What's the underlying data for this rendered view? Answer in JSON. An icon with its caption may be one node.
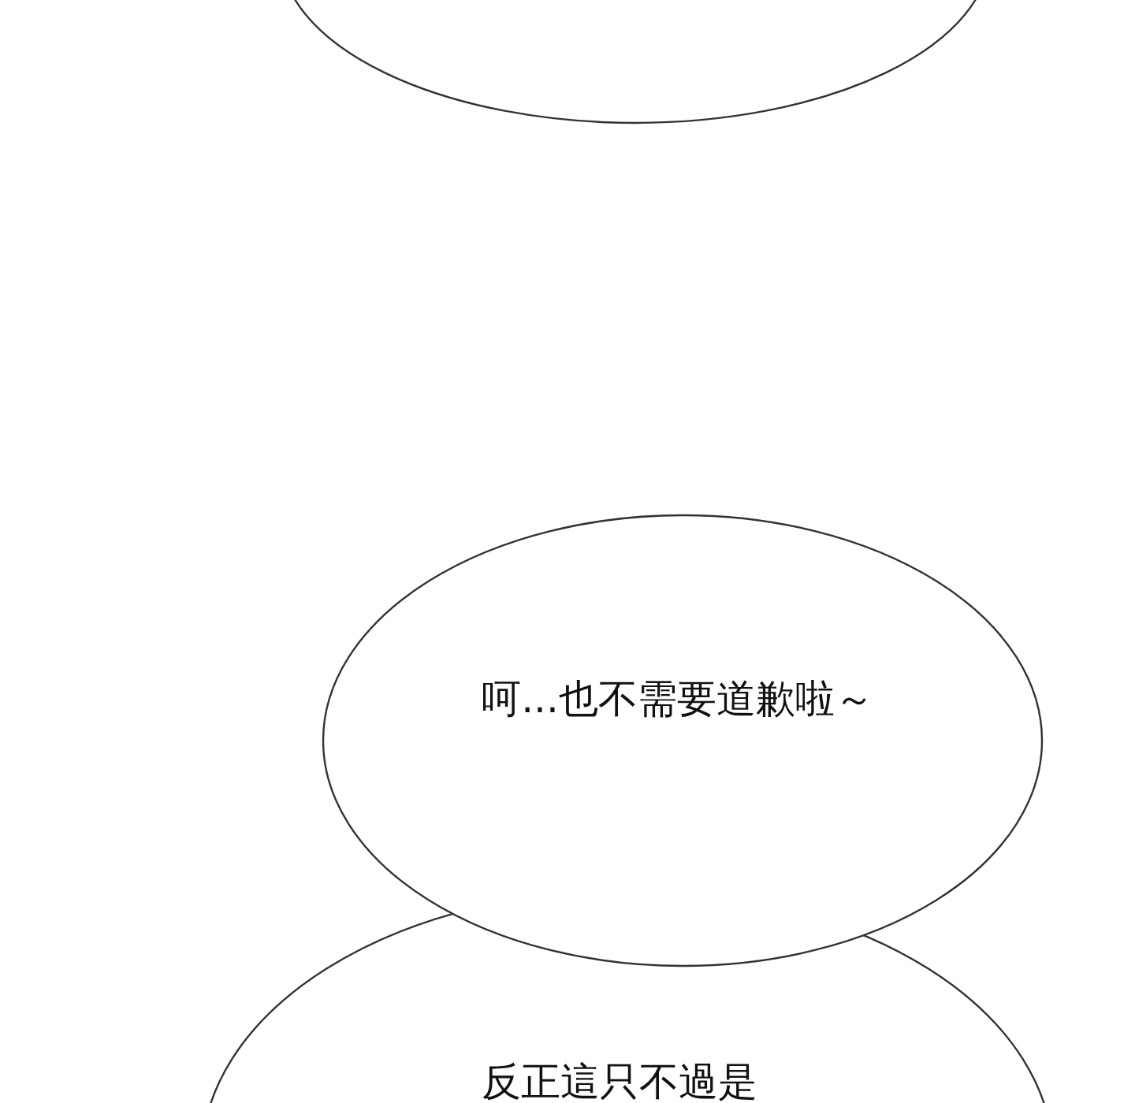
{
  "diagram": {
    "nodes": [
      {
        "text": [],
        "shape": "ellipse"
      },
      {
        "text": [
          "呵...也不需要道歉啦～"
        ]
      },
      {
        "text": [
          "反正這只不過是"
        ]
      }
    ]
  }
}
